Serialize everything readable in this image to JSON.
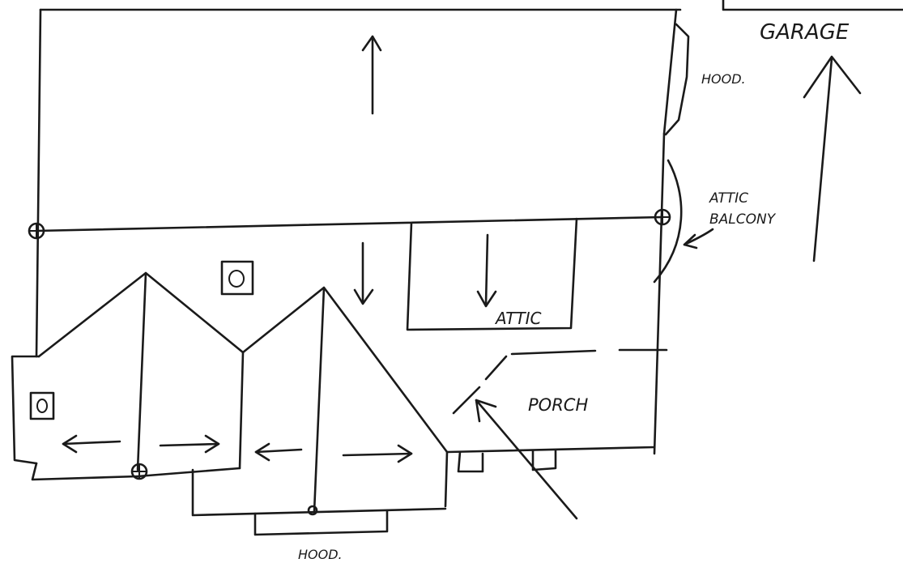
{
  "labels": {
    "garage": "GARAGE",
    "hood_top": "HOOD.",
    "attic_balcony_line1": "ATTIC",
    "attic_balcony_line2": "BALCONY",
    "attic": "ATTIC",
    "porch": "PORCH",
    "hood_bottom": "HOOD."
  }
}
